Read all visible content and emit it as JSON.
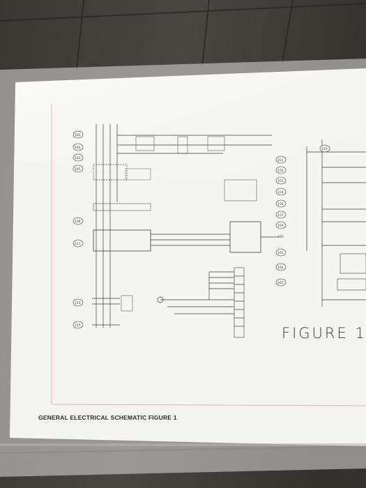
{
  "document": {
    "caption": "GENERAL ELECTRICAL SCHEMATIC FIGURE 1",
    "figure_label": "FIGURE 1",
    "left_refs": [
      "101",
      "102",
      "103",
      "105",
      "108",
      "111",
      "113",
      "115"
    ],
    "middle_refs": [
      "151",
      "152",
      "153",
      "154",
      "156",
      "157",
      "159",
      "160",
      "161",
      "162",
      "163"
    ],
    "top_right_ref": "152"
  },
  "colors": {
    "floor": "#2e2c2a",
    "paper": "#f4f4f2",
    "ink": "#3a3a3a",
    "border_pink": "#d7a9b4"
  }
}
